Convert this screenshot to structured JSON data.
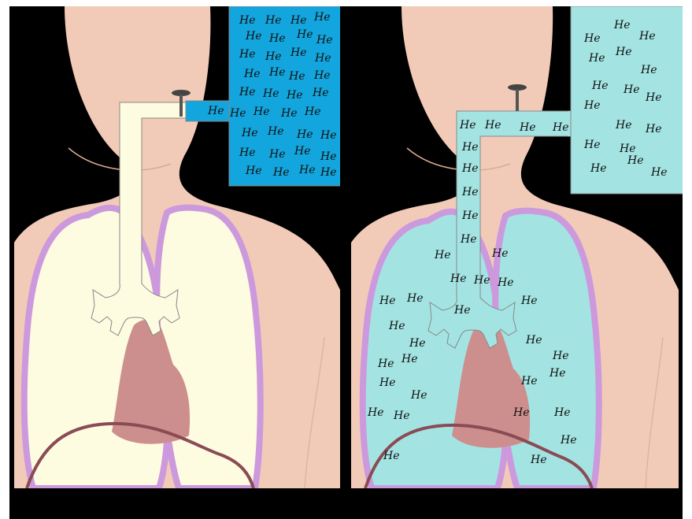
{
  "diagram": {
    "gas_symbol": "He",
    "colors": {
      "background": "#000000",
      "skin": "#f2cbb8",
      "lung_air": "#fdfbe0",
      "lung_helium": "#a3e4e3",
      "pleura": "#cc99dd",
      "heart": "#cd8f8d",
      "diaphragm": "#8a4b55",
      "helium_concentrated": "#13a5dd",
      "helium_diluted": "#a3e4e3",
      "tube_air": "#fdfbe0"
    },
    "panels": [
      {
        "id": "before",
        "state": "helium-in-container",
        "caption": ""
      },
      {
        "id": "after",
        "state": "helium-equilibrated",
        "caption": ""
      }
    ]
  }
}
